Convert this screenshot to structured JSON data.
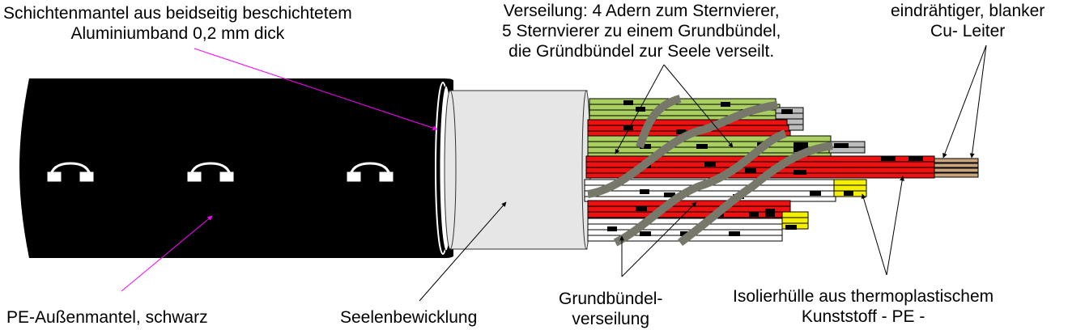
{
  "diagram": {
    "type": "cable-cutaway",
    "colors": {
      "jacket": "#000000",
      "shield_ring": "#ffffff",
      "core_wrap": "#e6e6e6",
      "wire_green": "#a9cf61",
      "wire_red": "#ee1111",
      "wire_white": "#ffffff",
      "wire_gray": "#bdbdbd",
      "wire_yellow": "#f4f000",
      "binder_tape": "#77776a",
      "copper": "#c8a57a",
      "marker": "#000000",
      "pointer_magenta": "#ff00ff",
      "pointer_black": "#000000"
    },
    "icons": [
      "phone-handset-icon",
      "phone-handset-icon",
      "phone-handset-icon"
    ]
  },
  "labels": {
    "shield": {
      "lines": [
        "Schichtenmantel aus beidseitig beschichtetem",
        "Aluminiumband 0,2 mm dick"
      ]
    },
    "stranding": {
      "lines": [
        "Verseilung: 4 Adern zum Sternvierer,",
        "5 Sternvierer zu einem Grundbündel,",
        "die Gründbündel zur Seele verseilt."
      ]
    },
    "conductor": {
      "lines": [
        "eindrähtiger, blanker",
        "Cu- Leiter"
      ]
    },
    "outer_jacket": {
      "lines": [
        "PE-Außenmantel, schwarz"
      ]
    },
    "core_wrap": {
      "lines": [
        "Seelenbewicklung"
      ]
    },
    "bundle_stranding": {
      "lines": [
        "Grundbündel-",
        "verseilung"
      ]
    },
    "insulation": {
      "lines": [
        "Isolierhülle aus thermoplastischem",
        "Kunststoff - PE -"
      ]
    }
  }
}
